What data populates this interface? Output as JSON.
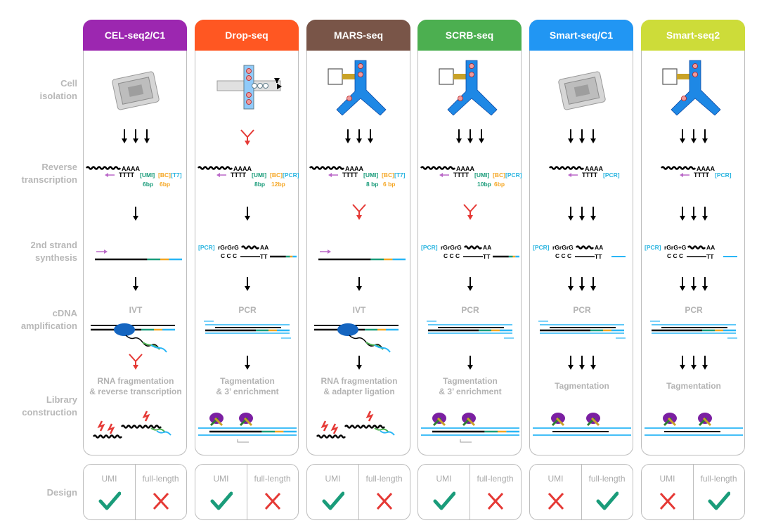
{
  "row_labels": {
    "cell_isolation": [
      "Cell",
      "isolation"
    ],
    "reverse_transcription": [
      "Reverse",
      "transcription"
    ],
    "second_strand": [
      "2nd strand",
      "synthesis"
    ],
    "amplification": [
      "cDNA",
      "amplification"
    ],
    "library": [
      "Library",
      "construction"
    ],
    "design": "Design"
  },
  "colors": {
    "CEL-seq2/C1": "#9c27b0",
    "Drop-seq": "#ff5722",
    "MARS-seq": "#795548",
    "SCRB-seq": "#4caf50",
    "Smart-seq/C1": "#2196f3",
    "Smart-seq2": "#cddc39",
    "check": "#1a9c7a",
    "cross": "#e53935",
    "UMI": "#1a9c7a",
    "BC": "#f5a623",
    "primer": "#2bb5e0"
  },
  "design_labels": {
    "umi": "UMI",
    "full_length": "full-length"
  },
  "methods": [
    {
      "name": "CEL-seq2/C1",
      "umi_len": "6bp",
      "bc_len": "6bp",
      "amplification": "IVT",
      "library": [
        "RNA fragmentation",
        "& reverse transcription"
      ],
      "umi": "check",
      "full_length": "cross"
    },
    {
      "name": "Drop-seq",
      "umi_len": "8bp",
      "bc_len": "12bp",
      "amplification": "PCR",
      "library": [
        "Tagmentation",
        "& 3’ enrichment"
      ],
      "umi": "check",
      "full_length": "cross"
    },
    {
      "name": "MARS-seq",
      "umi_len": "8 bp",
      "bc_len": "6 bp",
      "amplification": "IVT",
      "library": [
        "RNA fragmentation",
        "& adapter ligation"
      ],
      "umi": "check",
      "full_length": "cross"
    },
    {
      "name": "SCRB-seq",
      "umi_len": "10bp",
      "bc_len": "6bp",
      "amplification": "PCR",
      "library": [
        "Tagmentation",
        "& 3’ enrichment"
      ],
      "umi": "check",
      "full_length": "cross"
    },
    {
      "name": "Smart-seq/C1",
      "umi_len": "",
      "bc_len": "",
      "amplification": "PCR",
      "library": [
        "Tagmentation"
      ],
      "umi": "cross",
      "full_length": "check"
    },
    {
      "name": "Smart-seq2",
      "umi_len": "",
      "bc_len": "",
      "amplification": "PCR",
      "library": [
        "Tagmentation"
      ],
      "umi": "cross",
      "full_length": "check"
    }
  ],
  "annotations": {
    "polyA": "AAAA",
    "polyT": "TTTT",
    "tag_umi": "[UMI]",
    "tag_bc": "[BC]",
    "tag_t7": "[T7]",
    "tag_pcr": "[PCR]",
    "tso": "rGrGrG",
    "tso_mod": "rGrG+G",
    "ccc": "C C C",
    "aa": "AA",
    "tt": "TT"
  }
}
